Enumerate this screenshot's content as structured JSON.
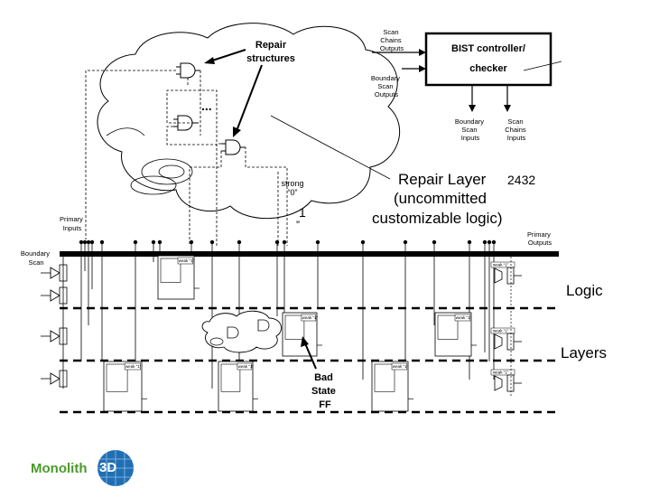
{
  "annotations": {
    "repair_structures_1": "Repair",
    "repair_structures_2": "structures",
    "ellipsis": "...",
    "scan_chains_outputs_1": "Scan",
    "scan_chains_outputs_2": "Chains",
    "scan_chains_outputs_3": "Outputs",
    "boundary_scan_outputs_1": "Boundary",
    "boundary_scan_outputs_2": "Scan",
    "boundary_scan_outputs_3": "Outputs",
    "bist_line1": "BIST controller/",
    "bist_line2": "checker",
    "boundary_scan_inputs_1": "Boundary",
    "boundary_scan_inputs_2": "Scan",
    "boundary_scan_inputs_3": "Inputs",
    "scan_chains_inputs_1": "Scan",
    "scan_chains_inputs_2": "Chains",
    "scan_chains_inputs_3": "Inputs",
    "repair_layer_1": "Repair Layer",
    "repair_layer_num": "2432",
    "repair_layer_2": "(uncommitted",
    "repair_layer_3": "customizable logic)",
    "strong_1": "strong",
    "strong_2": "“0”",
    "strong_3": "1",
    "strong_4": "”",
    "primary_inputs_1": "Primary",
    "primary_inputs_2": "Inputs",
    "boundary_scan_left_1": "Boundary",
    "boundary_scan_left_2": "Scan",
    "primary_outputs_1": "Primary",
    "primary_outputs_2": "Outputs",
    "logic": "Logic",
    "layers": "Layers",
    "bad_1": "Bad",
    "bad_2": "State",
    "bad_3": "FF",
    "weak": "weak “1”"
  },
  "logo": {
    "word": "Monolith",
    "chip": "3D"
  },
  "colors": {
    "line": "#000000",
    "logo_green": "#4a9a2a",
    "logo_blue": "#1f6fb5"
  }
}
